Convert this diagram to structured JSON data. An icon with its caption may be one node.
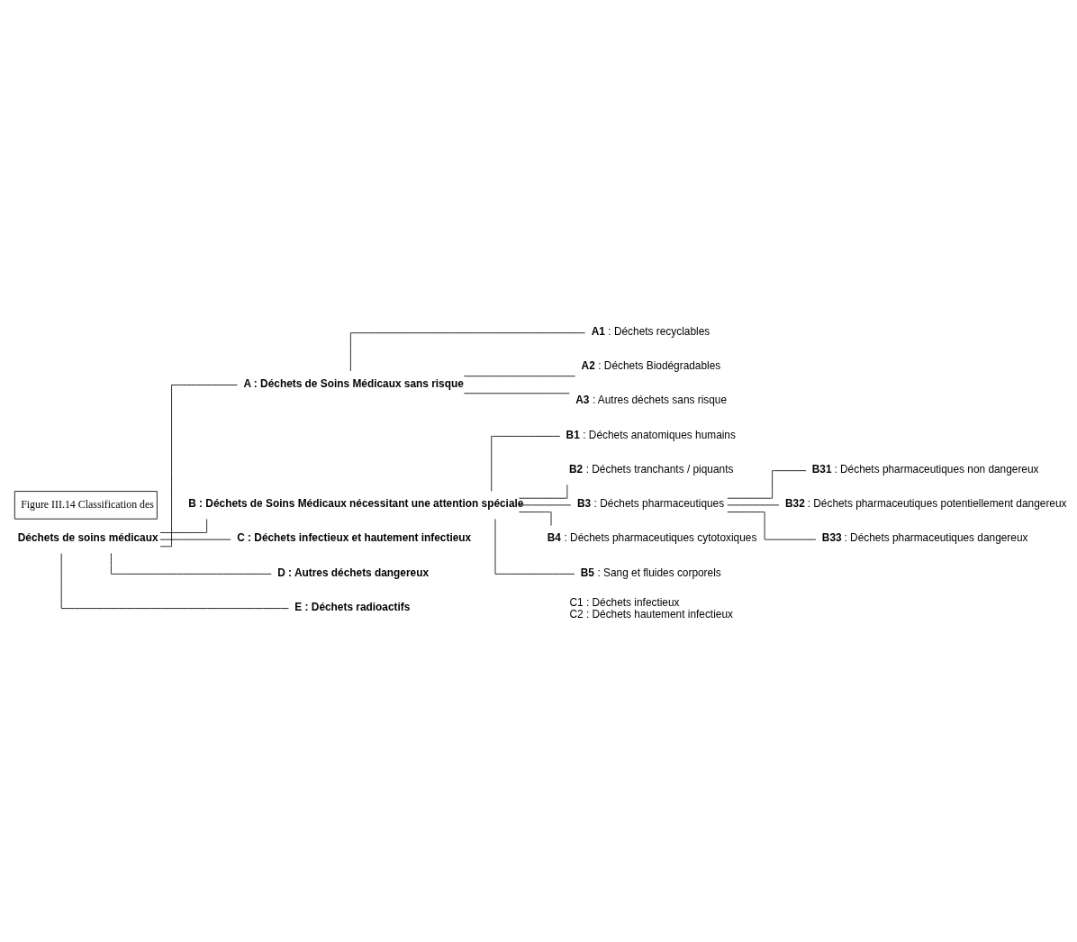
{
  "diagram": {
    "nodes": [
      {
        "text": [
          "Déchets de soins médicaux"
        ]
      },
      {
        "text": [
          "A : Déchets de Soins Médicaux sans risque"
        ]
      },
      {
        "text": [
          "**A1** : Déchets recyclables"
        ]
      },
      {
        "text": [
          "**A2** : Déchets Biodégradables"
        ]
      },
      {
        "text": [
          "**A3** : Autres déchets sans risque"
        ]
      },
      {
        "text": [
          "B : Déchets de Soins Médicaux nécessitant une attention spéciale"
        ]
      },
      {
        "text": [
          "**B1** : Déchets anatomiques humains"
        ]
      },
      {
        "text": [
          "**B2** : Déchets tranchants / piquants"
        ]
      },
      {
        "text": [
          "**B3** : Déchets pharmaceutiques"
        ]
      },
      {
        "text": [
          "**B31** : Déchets pharmaceutiques non dangereux"
        ]
      },
      {
        "text": [
          "**B32** : Déchets pharmaceutiques potentiellement dangereux"
        ]
      },
      {
        "text": [
          "**B33** : Déchets pharmaceutiques dangereux"
        ]
      },
      {
        "text": [
          "**B4** : Déchets pharmaceutiques cytotoxiques"
        ]
      },
      {
        "text": [
          "**B5** : Sang et fluides corporels"
        ]
      },
      {
        "text": [
          "C : Déchets infectieux et hautement infectieux"
        ]
      },
      {
        "text": [
          "D : Autres déchets dangereux"
        ]
      },
      {
        "text": [
          "E : Déchets radioactifs"
        ]
      },
      {
        "text": [
          "Figure III.14 Classification des"
        ]
      }
    ],
    "edges": [
      {
        "from": 0,
        "to": 1,
        "arrow": "none"
      },
      {
        "from": 1,
        "to": 2,
        "arrow": "none"
      },
      {
        "from": 1,
        "to": 3,
        "arrow": "none"
      },
      {
        "from": 1,
        "to": 4,
        "arrow": "none"
      },
      {
        "from": 0,
        "to": 5,
        "arrow": "none"
      },
      {
        "from": 5,
        "to": 6,
        "arrow": "none"
      },
      {
        "from": 5,
        "to": 7,
        "arrow": "none"
      },
      {
        "from": 5,
        "to": 8,
        "arrow": "none"
      },
      {
        "from": 8,
        "to": 9,
        "arrow": "none"
      },
      {
        "from": 8,
        "to": 10,
        "arrow": "none"
      },
      {
        "from": 8,
        "to": 11,
        "arrow": "none"
      },
      {
        "from": 5,
        "to": 12,
        "arrow": "none"
      },
      {
        "from": 5,
        "to": 13,
        "arrow": "none"
      },
      {
        "from": 0,
        "to": 14,
        "arrow": "none"
      },
      {
        "from": 0,
        "to": 15,
        "arrow": "none"
      },
      {
        "from": 0,
        "to": 16,
        "arrow": "none"
      }
    ],
    "labels": [
      "C1 : Déchets infectieux",
      "C2 : Déchets hautement infectieux"
    ]
  }
}
